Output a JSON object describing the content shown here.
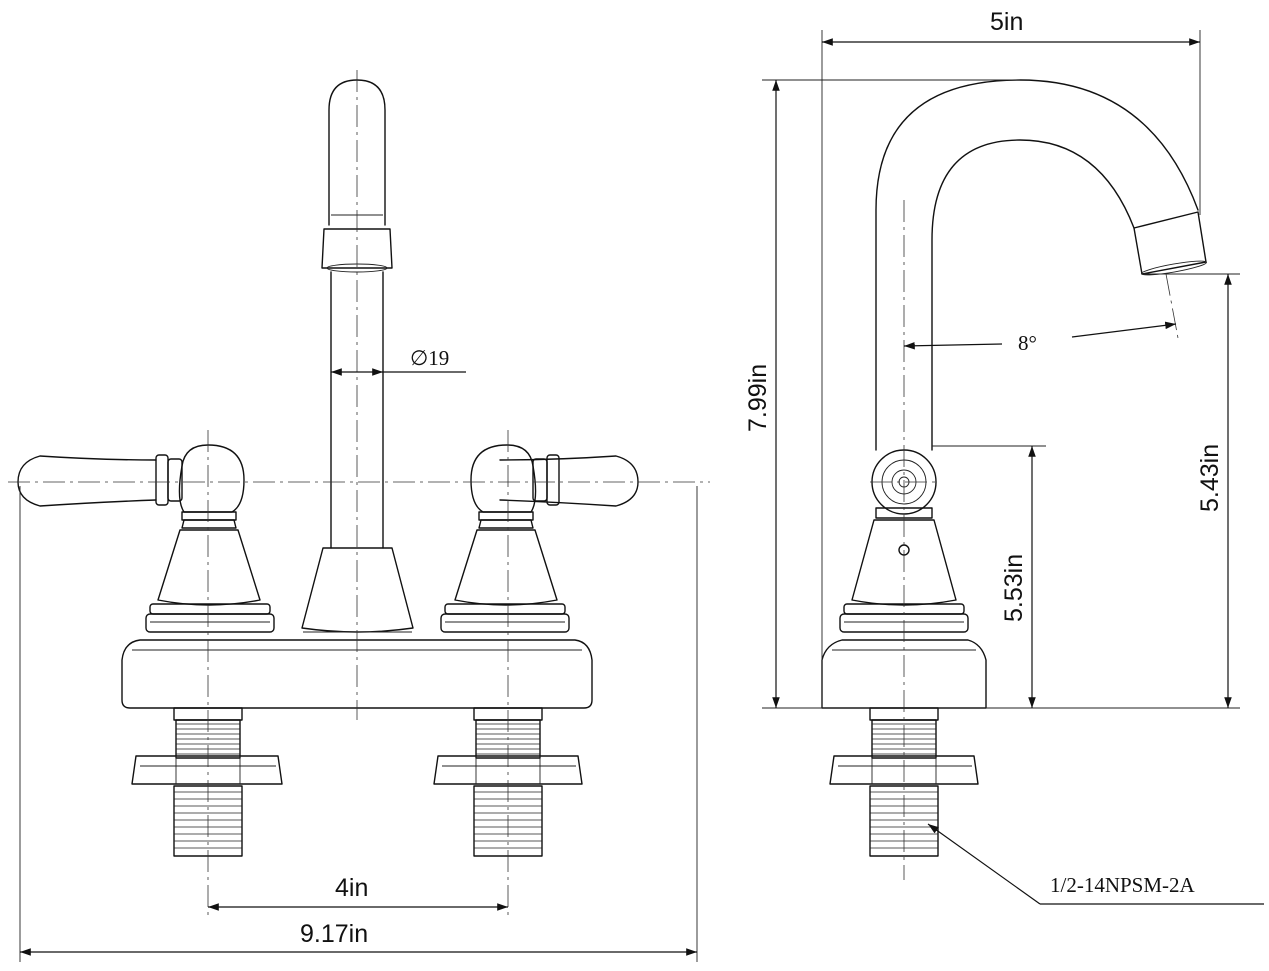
{
  "front_view": {
    "dim_spread": "4in",
    "dim_overall_width": "9.17in",
    "dim_spout_diameter": "∅19"
  },
  "side_view": {
    "dim_reach": "5in",
    "dim_total_height": "7.99in",
    "dim_spout_height": "5.43in",
    "dim_handle_height": "5.53in",
    "dim_spout_angle": "8°",
    "thread_spec": "1/2-14NPSM-2A"
  }
}
